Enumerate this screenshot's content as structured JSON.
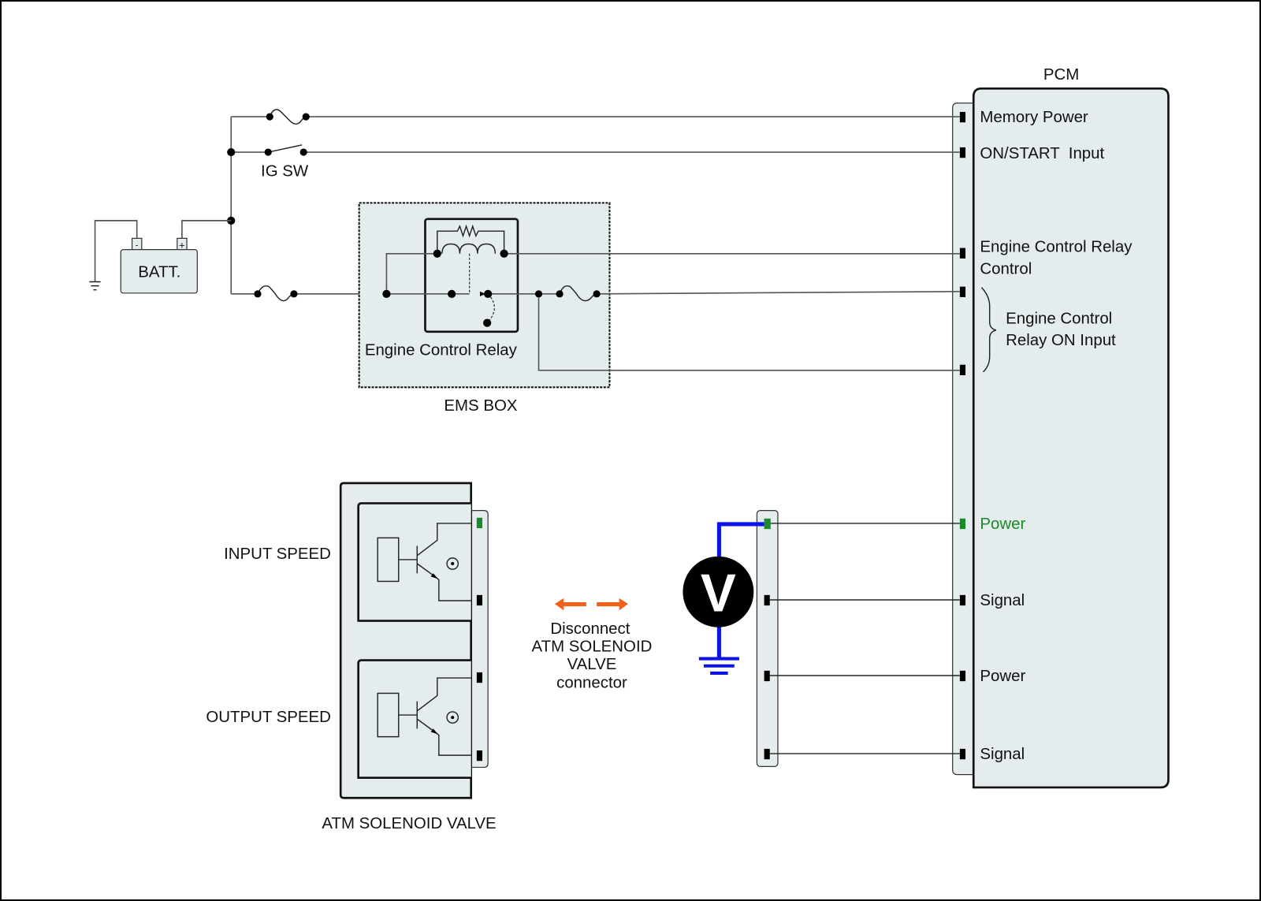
{
  "diagram": {
    "pcm": {
      "title": "PCM",
      "pins": {
        "memory_power": "Memory Power",
        "on_start_input": "ON/START  Input",
        "ecr_control_line1": "Engine Control Relay",
        "ecr_control_line2": "Control",
        "ecr_on_input_line1": "Engine Control",
        "ecr_on_input_line2": "Relay ON Input",
        "power_1": "Power",
        "signal_1": "Signal",
        "power_2": "Power",
        "signal_2": "Signal"
      }
    },
    "battery": {
      "label": "BATT.",
      "neg": "-",
      "pos": "+"
    },
    "ig_switch": {
      "label": "IG SW"
    },
    "ems_box": {
      "label": "EMS BOX",
      "relay_label": "Engine Control Relay"
    },
    "atm_solenoid": {
      "label": "ATM SOLENOID VALVE",
      "input_speed": "INPUT SPEED",
      "output_speed": "OUTPUT SPEED"
    },
    "instruction": {
      "line1": "Disconnect",
      "line2": "ATM SOLENOID",
      "line3": "VALVE",
      "line4": "connector"
    },
    "meter": {
      "symbol": "V"
    },
    "colors": {
      "probe": "#0a14e6",
      "highlight_pin": "#1a8a2a",
      "arrow": "#f06018",
      "panel_fill": "#e4ecee"
    }
  }
}
